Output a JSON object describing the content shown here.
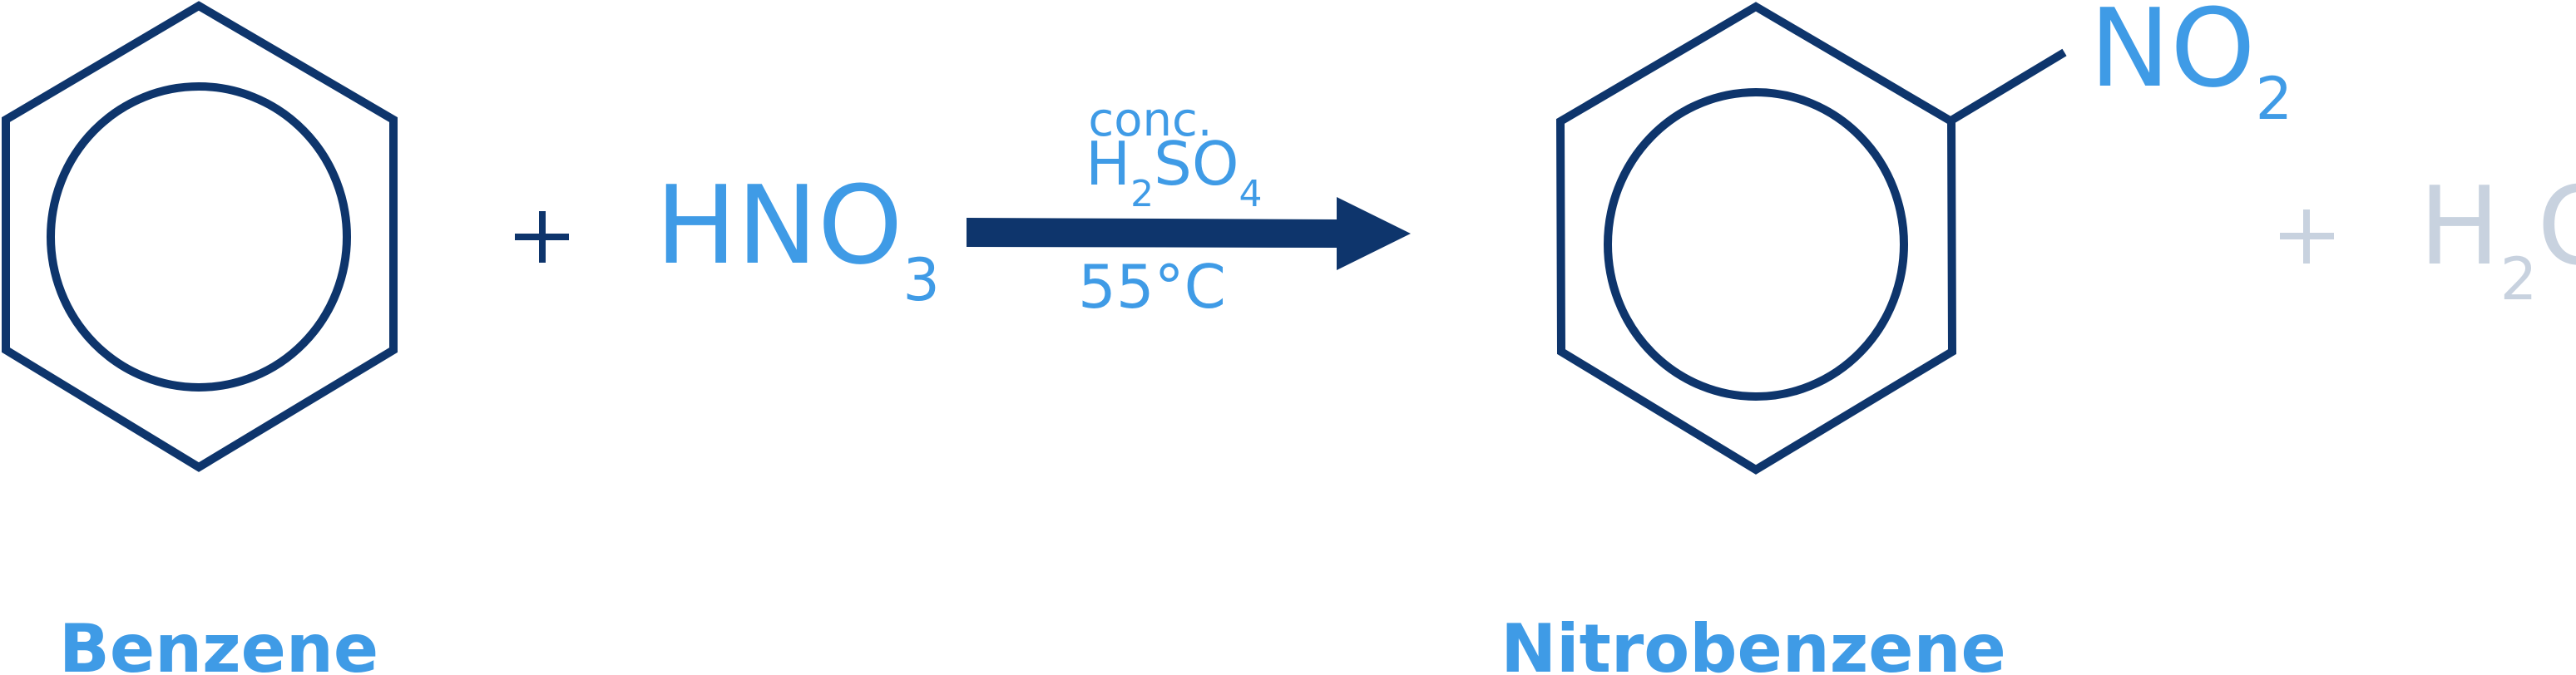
{
  "title": "Nitration of benzene",
  "colors": {
    "structure": "#0E356C",
    "formula": "#3F9BE6",
    "byproduct": "#C8D2DF"
  },
  "reactants": {
    "benzene": {
      "label": "Benzene"
    },
    "operator": "+",
    "nitric_acid": {
      "main": "HNO",
      "subscript": "3"
    }
  },
  "conditions": {
    "line1": "conc.",
    "catalyst": {
      "p1": "H",
      "s1": "2",
      "p2": "SO",
      "s2": "4"
    },
    "temperature": "55°C"
  },
  "products": {
    "nitrobenzene": {
      "label": "Nitrobenzene",
      "substituent": {
        "main": "NO",
        "subscript": "2"
      }
    },
    "operator": "+",
    "water": {
      "p1": "H",
      "s1": "2",
      "p2": "O"
    }
  }
}
